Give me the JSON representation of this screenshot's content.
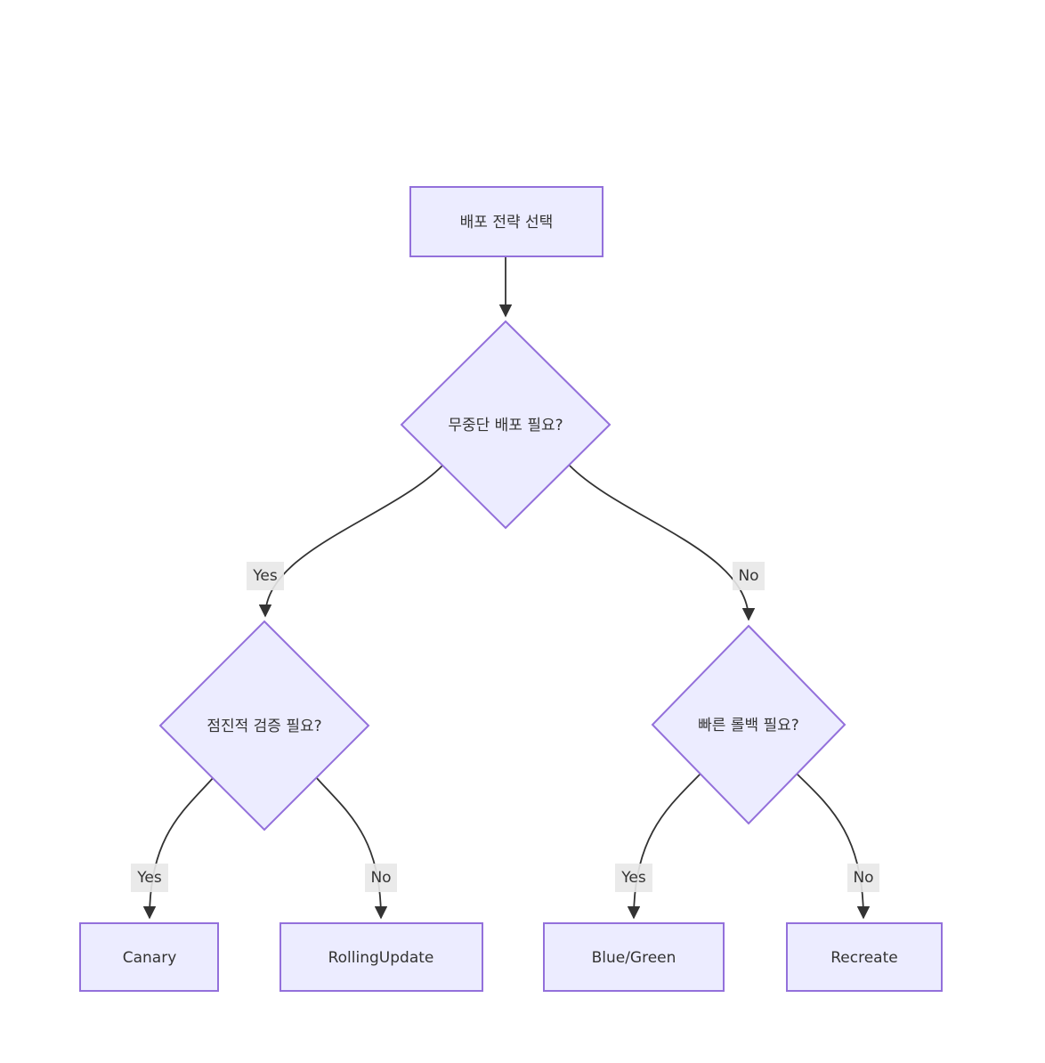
{
  "diagram_type": "flowchart",
  "direction": "top-down",
  "colors": {
    "background": "#ffffff",
    "node_fill": "#ECECFF",
    "node_border": "#9370DB",
    "edge_stroke": "#333333",
    "text": "#333333",
    "edge_label_bg": "#e8e8e8"
  },
  "nodes": {
    "start": {
      "label": "배포 전략 선택",
      "shape": "rectangle"
    },
    "need_zero_downtime": {
      "label": "무중단 배포 필요?",
      "shape": "diamond"
    },
    "need_progressive": {
      "label": "점진적 검증 필요?",
      "shape": "diamond"
    },
    "need_fast_rollback": {
      "label": "빠른 롤백 필요?",
      "shape": "diamond"
    },
    "canary": {
      "label": "Canary",
      "shape": "rectangle"
    },
    "rolling_update": {
      "label": "RollingUpdate",
      "shape": "rectangle"
    },
    "blue_green": {
      "label": "Blue/Green",
      "shape": "rectangle"
    },
    "recreate": {
      "label": "Recreate",
      "shape": "rectangle"
    }
  },
  "edges": [
    {
      "from": "start",
      "to": "need_zero_downtime",
      "label": ""
    },
    {
      "from": "need_zero_downtime",
      "to": "need_progressive",
      "label": "Yes"
    },
    {
      "from": "need_zero_downtime",
      "to": "need_fast_rollback",
      "label": "No"
    },
    {
      "from": "need_progressive",
      "to": "canary",
      "label": "Yes"
    },
    {
      "from": "need_progressive",
      "to": "rolling_update",
      "label": "No"
    },
    {
      "from": "need_fast_rollback",
      "to": "blue_green",
      "label": "Yes"
    },
    {
      "from": "need_fast_rollback",
      "to": "recreate",
      "label": "No"
    }
  ]
}
